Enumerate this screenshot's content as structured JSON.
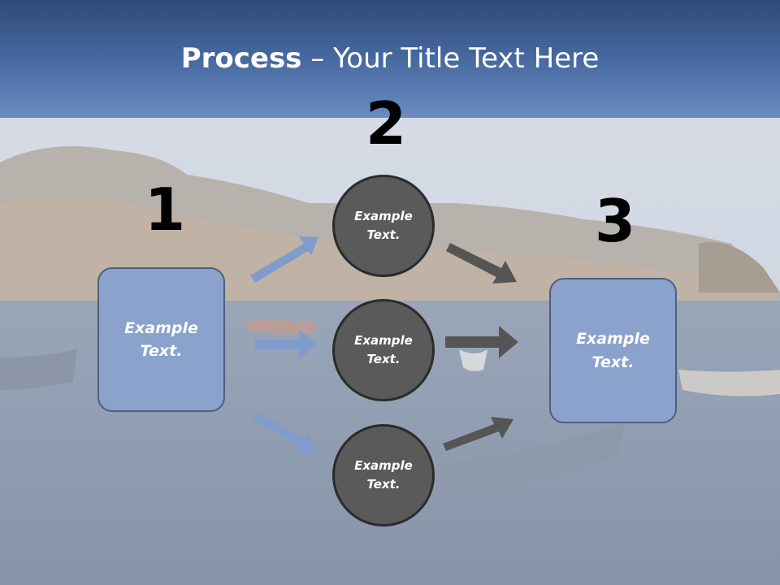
{
  "title": {
    "bold": "Process",
    "rest": " – Your Title Text Here"
  },
  "step_numbers": [
    "1",
    "2",
    "3"
  ],
  "left_box": {
    "text": "Example\nText."
  },
  "circles": [
    {
      "text": "Example\nText."
    },
    {
      "text": "Example\nText."
    },
    {
      "text": "Example\nText."
    }
  ],
  "right_box": {
    "text": "Example\nText."
  },
  "colors": {
    "header": "#4a6ca4",
    "box_fill": "#8aa2cc",
    "circle_fill": "#5a5a5a",
    "blue_arrow": "#7f9ccc",
    "gray_arrow": "#555555"
  }
}
